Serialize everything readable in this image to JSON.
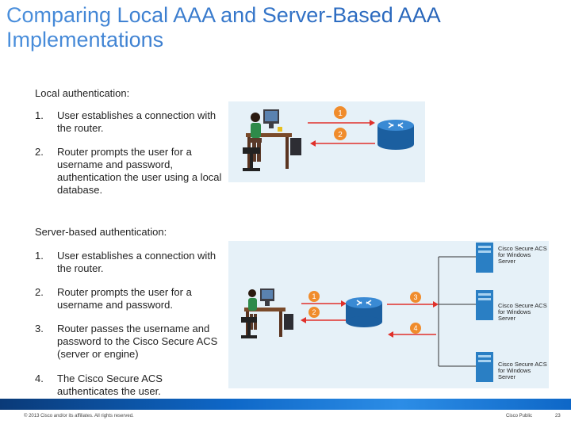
{
  "title_line1": "Comparing Local AAA and Server-Based AAA",
  "title_line2": "Implementations",
  "local": {
    "heading": "Local authentication:",
    "items": [
      {
        "num": "1.",
        "text": "User establishes a connection with the router."
      },
      {
        "num": "2.",
        "text": "Router prompts the user for a username and password, authentication the user using a local database."
      }
    ],
    "steps": [
      "1",
      "2"
    ]
  },
  "server": {
    "heading": "Server-based authentication:",
    "items": [
      {
        "num": "1.",
        "text": "User establishes a connection with the router."
      },
      {
        "num": "2.",
        "text": "Router prompts the user for a username and password."
      },
      {
        "num": "3.",
        "text": "Router passes the username and password to the Cisco Secure ACS (server or engine)"
      },
      {
        "num": "4.",
        "text": "The Cisco Secure ACS authenticates the user."
      }
    ],
    "steps": [
      "1",
      "2",
      "3",
      "4"
    ],
    "server_label": "Cisco Secure ACS for Windows Server"
  },
  "footer": {
    "copyright": "© 2013 Cisco and/or its affiliates. All rights reserved.",
    "classification": "Cisco Public",
    "page": "23"
  },
  "colors": {
    "title": "#3b7bd0",
    "step_badge": "#f08c2c",
    "arrow": "#e0302a",
    "router": "#1e6fb8",
    "panel": "#e6f1f8",
    "server_blue": "#2a7fc4"
  }
}
